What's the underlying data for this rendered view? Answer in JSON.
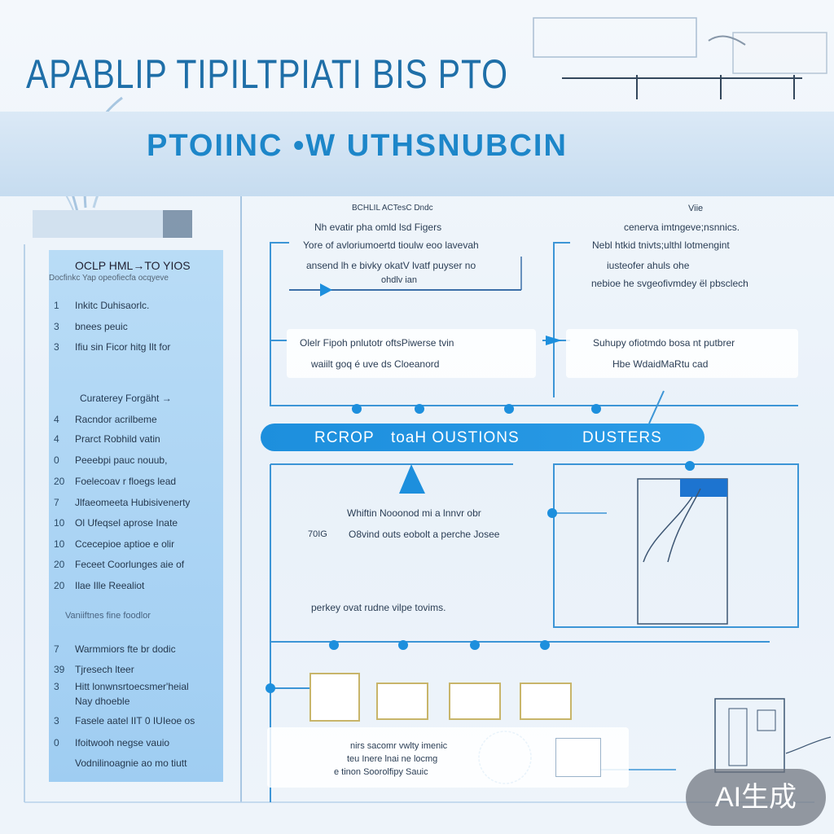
{
  "header": {
    "title": "APABLIP TIPILTPIATI BIS   PTO",
    "band_title": "PTOIINC •W UTHSNUBCIN"
  },
  "sidebar": {
    "heading": "OCLP HML→TO YIOS",
    "subheading": "Docfinkc Yap opeofiecfa ocqyeve",
    "group1": [
      {
        "n": "1",
        "label": "Inkitc Duhisaorlc."
      },
      {
        "n": "3",
        "label": "bnees peuic"
      },
      {
        "n": "3",
        "label": "Ifiu sin Ficor hitg Ilt for"
      }
    ],
    "group2_title": "Curaterey Forgäht →",
    "group2": [
      {
        "n": "4",
        "label": "Racndor acrilbeme"
      },
      {
        "n": "4",
        "label": "Prarct Robhild  vatin"
      },
      {
        "n": "0",
        "label": "Peeebpi pauc nouub,"
      },
      {
        "n": "20",
        "label": "Foelecoav r floegs lead"
      },
      {
        "n": "7",
        "label": "Jlfaeomeeta Hubisivenerty"
      },
      {
        "n": "10",
        "label": "Ol Ufeqsel aprose Inate"
      },
      {
        "n": "10",
        "label": "Ccecepioe aptioe e olir"
      },
      {
        "n": "20",
        "label": "Feceet Coorlunges aie of"
      },
      {
        "n": "20",
        "label": "Ilae Ille Reealiot"
      }
    ],
    "group3_title": "Vaniiftnes fine foodlor",
    "group3": [
      {
        "n": "7",
        "label": "Warmmiors  fte br dodic"
      },
      {
        "n": "39",
        "label": "Tjresech lteer"
      },
      {
        "n": "3",
        "label": "Hitt lonwnsrtoecsmer'heial"
      },
      {
        "n": "",
        "label": "Nay dhoeble"
      },
      {
        "n": "3",
        "label": "Fasele aatel IIT 0 IUIeoe os"
      },
      {
        "n": "0",
        "label": "Ifoitwooh negse vauio"
      },
      {
        "n": "",
        "label": "Vodnilinoagnie ao mo tiutt"
      }
    ]
  },
  "flow": {
    "top_left": {
      "line1": "BCHLIL ACTesC Dndc",
      "line2": "Nh evatir pha omld lsd Figers",
      "line3": "Yore of avloriumoertd tioulw eoo lavevah",
      "line4": "ansend lh e bivky okatV lvatf puyser no",
      "line5": "ohdlv ian"
    },
    "top_right": {
      "line1": "Viie",
      "line2": "cenerva imtngeve;nsnnics.",
      "line3": "Nebl htkid tnivts;ulthl lotmengint",
      "line4": "iusteofer ahuls ohe",
      "line5": "nebioe he svgeofivmdey ël pbsclech"
    },
    "card_left": {
      "line1": "Olelr Fipoh pnlutotr oftsPiwerse tvin",
      "line2": "waiilt goq é uve ds Cloeanord"
    },
    "card_right": {
      "line1": "Suhupy ofiotmdo bosa nt putbrer",
      "line2": "Hbe WdaidMaRtu cad"
    },
    "pill": {
      "left": "RCROP",
      "mid": "toaH  OUSTIONS",
      "right": "DUSTERS"
    },
    "mid_text": {
      "line1": "Whiftin Nooonod mi a lnnvr obr",
      "line2_prefix": "70IG",
      "line2": "O8vind outs eobolt a perche Josee"
    },
    "bottom_text": "perkey ovat  rudne  vilpe tovims.",
    "bottom_card": {
      "line1": "nirs sacomr vwlty imenic",
      "line2": "teu Inere lnai ne locmg",
      "line3": "e tinon Soorolfipy Sauic"
    }
  },
  "badge": "AI生成",
  "colors": {
    "accent": "#1d8fdd",
    "title": "#1f6fa8",
    "sidebar": "#a9d4f4",
    "band": "#cfe2f3"
  }
}
